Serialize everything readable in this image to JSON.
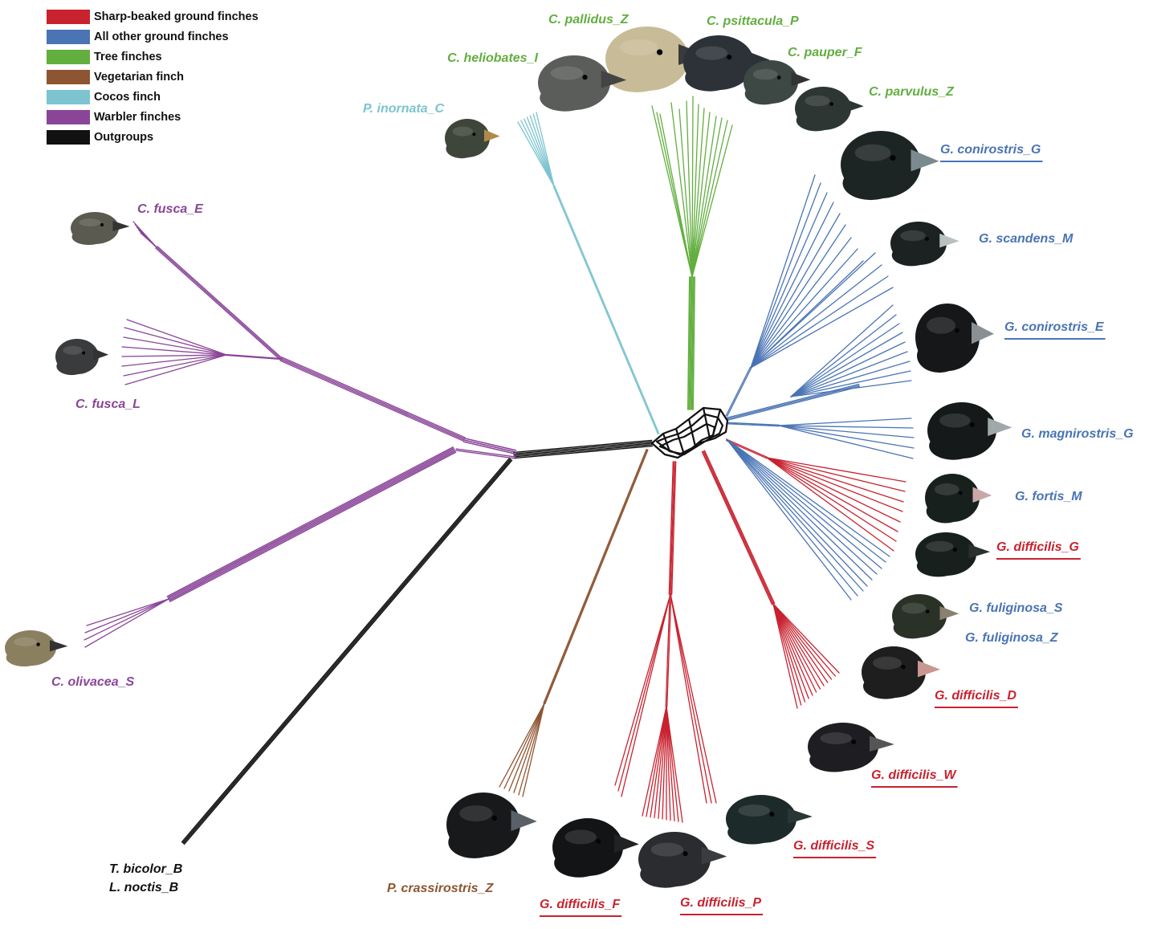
{
  "colors": {
    "sharp": "#c8222f",
    "ground": "#4a74b4",
    "tree": "#62ae3f",
    "veg": "#8e5532",
    "cocos": "#7cc4cf",
    "warbler": "#8a4598",
    "outgroup": "#111111"
  },
  "legend": [
    {
      "label": "Sharp-beaked ground finches",
      "color": "#c8222f"
    },
    {
      "label": "All other ground finches",
      "color": "#4a74b4"
    },
    {
      "label": "Tree finches",
      "color": "#62ae3f"
    },
    {
      "label": "Vegetarian finch",
      "color": "#8e5532"
    },
    {
      "label": "Cocos finch",
      "color": "#7cc4cf"
    },
    {
      "label": "Warbler finches",
      "color": "#8a4598"
    },
    {
      "label": "Outgroups",
      "color": "#111111"
    }
  ],
  "taxa": [
    {
      "id": "c-pallidus-z",
      "label": "C. pallidus_Z",
      "group": "tree",
      "underline": false
    },
    {
      "id": "c-psittacula-p",
      "label": "C. psittacula_P",
      "group": "tree",
      "underline": false
    },
    {
      "id": "c-heliobates-i",
      "label": "C. heliobates_I",
      "group": "tree",
      "underline": false
    },
    {
      "id": "c-pauper-f",
      "label": "C. pauper_F",
      "group": "tree",
      "underline": false
    },
    {
      "id": "c-parvulus-z",
      "label": "C. parvulus_Z",
      "group": "tree",
      "underline": false
    },
    {
      "id": "p-inornata-c",
      "label": "P. inornata_C",
      "group": "cocos",
      "underline": false
    },
    {
      "id": "g-conirostris-g",
      "label": "G. conirostris_G",
      "group": "ground",
      "underline": true
    },
    {
      "id": "g-scandens-m",
      "label": "G. scandens_M",
      "group": "ground",
      "underline": false
    },
    {
      "id": "g-conirostris-e",
      "label": "G. conirostris_E",
      "group": "ground",
      "underline": true
    },
    {
      "id": "g-magnirostris-g",
      "label": "G. magnirostris_G",
      "group": "ground",
      "underline": false
    },
    {
      "id": "g-fortis-m",
      "label": "G. fortis_M",
      "group": "ground",
      "underline": false
    },
    {
      "id": "g-difficilis-g",
      "label": "G. difficilis_G",
      "group": "sharp",
      "underline": true
    },
    {
      "id": "g-fuliginosa-s",
      "label": "G. fuliginosa_S",
      "group": "ground",
      "underline": false
    },
    {
      "id": "g-fuliginosa-z",
      "label": "G. fuliginosa_Z",
      "group": "ground",
      "underline": false
    },
    {
      "id": "g-difficilis-d",
      "label": "G. difficilis_D",
      "group": "sharp",
      "underline": true
    },
    {
      "id": "g-difficilis-w",
      "label": "G. difficilis_W",
      "group": "sharp",
      "underline": true
    },
    {
      "id": "g-difficilis-s",
      "label": "G. difficilis_S",
      "group": "sharp",
      "underline": true
    },
    {
      "id": "g-difficilis-p",
      "label": "G. difficilis_P",
      "group": "sharp",
      "underline": true
    },
    {
      "id": "g-difficilis-f",
      "label": "G. difficilis_F",
      "group": "sharp",
      "underline": true
    },
    {
      "id": "p-crassirostris-z",
      "label": "P. crassirostris_Z",
      "group": "veg",
      "underline": false
    },
    {
      "id": "t-bicolor-b",
      "label": "T. bicolor_B",
      "group": "outgroup",
      "underline": false
    },
    {
      "id": "l-noctis-b",
      "label": "L. noctis_B",
      "group": "outgroup",
      "underline": false
    },
    {
      "id": "c-fusca-e",
      "label": "C. fusca_E",
      "group": "warbler",
      "underline": false
    },
    {
      "id": "c-fusca-l",
      "label": "C. fusca_L",
      "group": "warbler",
      "underline": false
    },
    {
      "id": "c-olivacea-s",
      "label": "C. olivacea_S",
      "group": "warbler",
      "underline": false
    }
  ]
}
